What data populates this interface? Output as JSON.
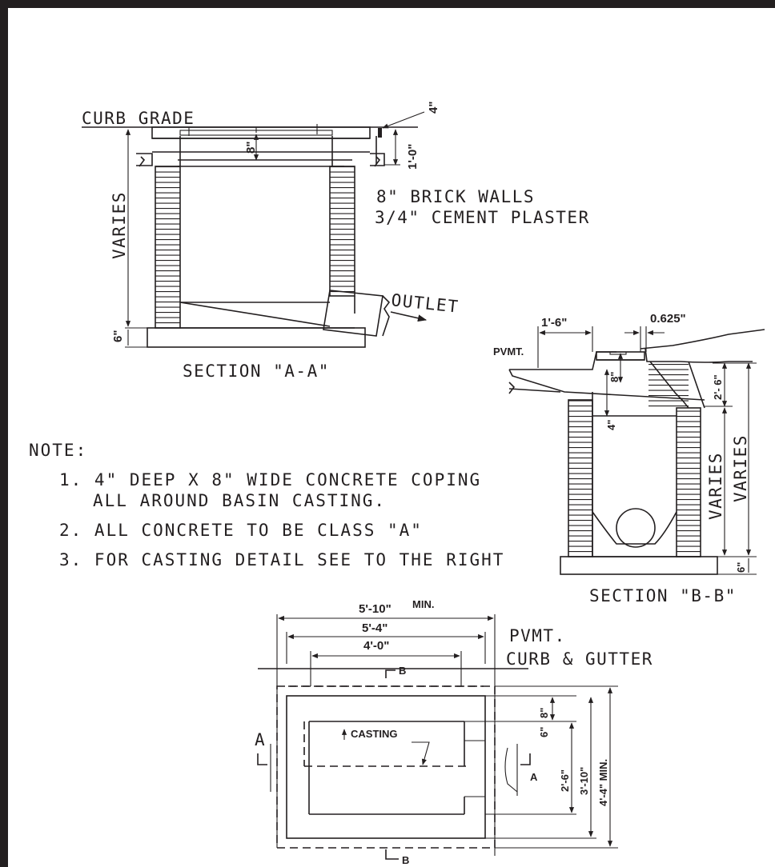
{
  "section_a": {
    "curb_grade": "CURB GRADE",
    "dim_4": "4\"",
    "dim_8": "8\"",
    "dim_1_0": "1'-0\"",
    "varies": "VARIES",
    "dim_6": "6\"",
    "brick_walls": "8\" BRICK WALLS",
    "cement_plaster": "3/4\" CEMENT PLASTER",
    "outlet": "OUTLET",
    "title": "SECTION \"A-A\""
  },
  "section_b": {
    "dim_1_6": "1'-6\"",
    "dim_0625": "0.625\"",
    "pvmt": "PVMT.",
    "dim_8": "8\"",
    "dim_4": "4\"",
    "dim_2_6": "2'- 6\"",
    "varies_1": "VARIES",
    "varies_2": "VARIES",
    "dim_6": "6\"",
    "title": "SECTION \"B-B\""
  },
  "notes": {
    "heading": "NOTE:",
    "line1": "1. 4\" DEEP X 8\" WIDE CONCRETE COPING",
    "line1b": "ALL AROUND BASIN CASTING.",
    "line2": "2. ALL CONCRETE TO BE CLASS \"A\"",
    "line3": "3. FOR CASTING DETAIL SEE TO THE RIGHT"
  },
  "plan": {
    "dim_5_10": "5'-10\"",
    "min_top": "MIN.",
    "dim_5_4": "5'-4\"",
    "dim_4_0": "4'-0\"",
    "pvmt": "PVMT.",
    "curb_gutter": "CURB & GUTTER",
    "b_top": "B",
    "b_bottom": "B",
    "a_left": "A",
    "a_right": "A",
    "casting": "CASTING",
    "dim_8": "8\"",
    "dim_6": "6\"",
    "dim_2_6": "2'-6\"",
    "dim_3_10": "3'-10\"",
    "dim_4_4": "4'-4\" MIN."
  }
}
